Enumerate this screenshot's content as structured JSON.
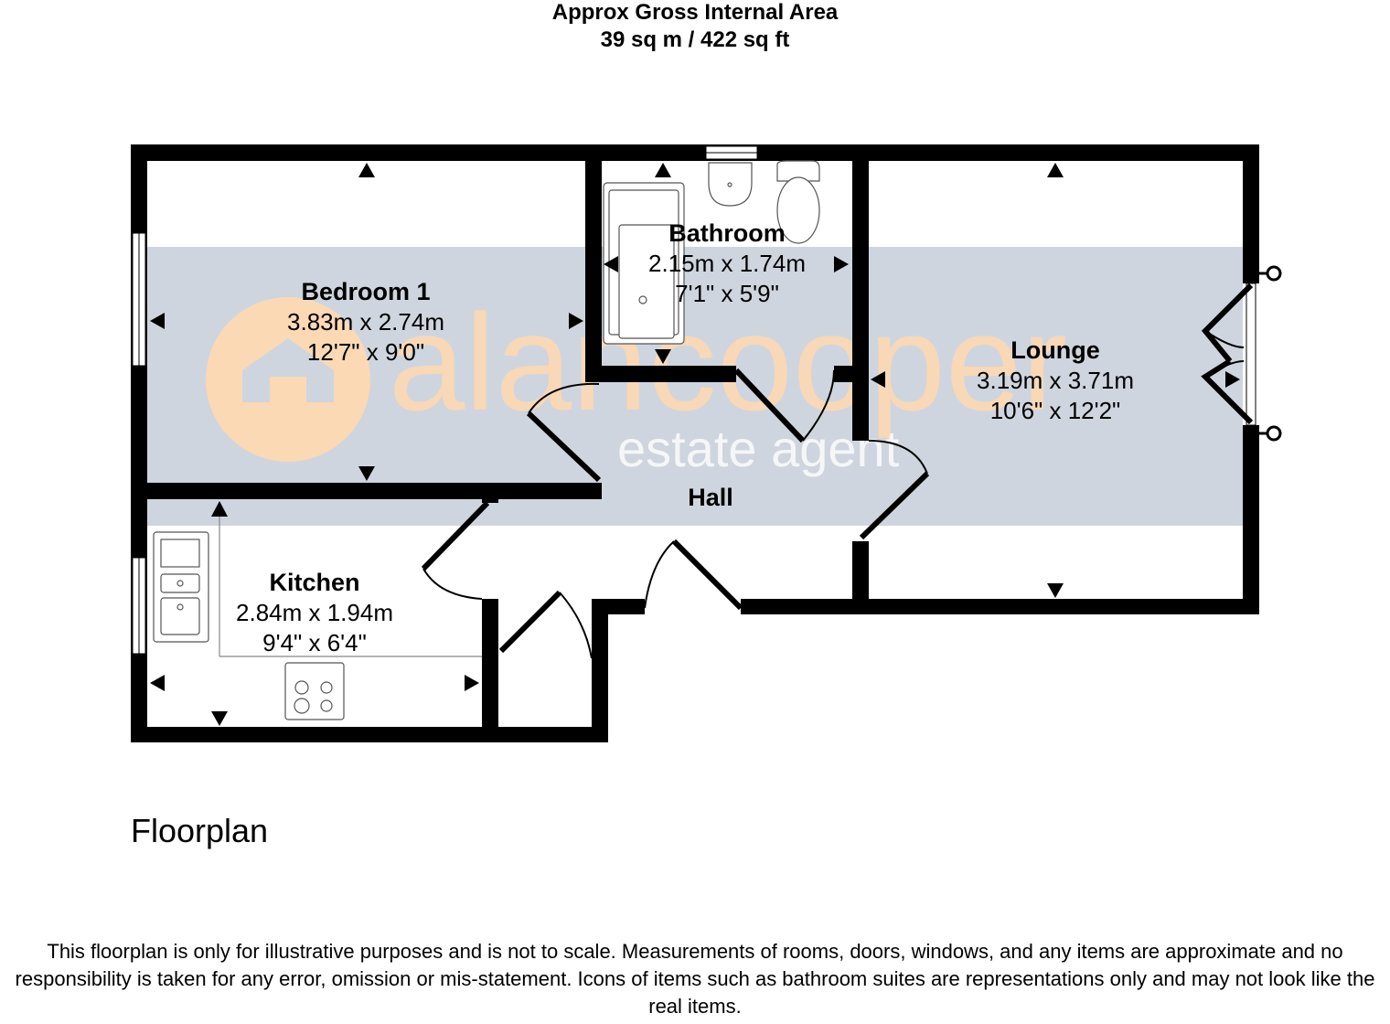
{
  "header": {
    "line1": "Approx Gross Internal Area",
    "line2": "39 sq m / 422 sq ft"
  },
  "watermark": {
    "brand": "alancooper",
    "tagline": "estate agent"
  },
  "rooms": [
    {
      "name": "Bedroom 1",
      "metric": "3.83m x 2.74m",
      "imperial": "12'7\" x 9'0\""
    },
    {
      "name": "Bathroom",
      "metric": "2.15m x 1.74m",
      "imperial": "7'1\" x 5'9\""
    },
    {
      "name": "Lounge",
      "metric": "3.19m x 3.71m",
      "imperial": "10'6\" x 12'2\""
    },
    {
      "name": "Kitchen",
      "metric": "2.84m x 1.94m",
      "imperial": "9'4\" x 6'4\""
    },
    {
      "name": "Hall"
    }
  ],
  "plan_label": "Floorplan",
  "disclaimer": "This floorplan is only for illustrative purposes and is not to scale. Measurements of rooms, doors, windows, and any items are approximate and no responsibility is taken for any error, omission or mis-statement. Icons of items such as bathroom suites are representations only and may not look like the real items.",
  "colors": {
    "band": "#cfd5de",
    "brand_orange": "#fbd9b5",
    "wall": "#000000"
  }
}
